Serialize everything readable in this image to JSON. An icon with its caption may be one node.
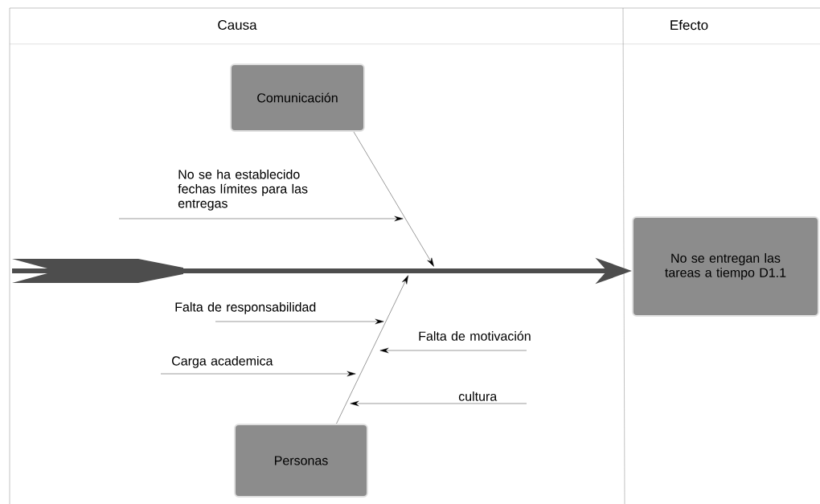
{
  "diagram": {
    "nodes": [
      {
        "text": [
          "Comunicación"
        ]
      },
      {
        "text": [
          "Personas"
        ]
      },
      {
        "text": [
          "No se entregan las tareas a tiempo D1.1"
        ]
      },
      {
        "text": [
          "No se ha establecido fechas límites para las entregas"
        ]
      },
      {
        "text": [
          "Falta de responsabilidad"
        ]
      },
      {
        "text": [
          "Falta de motivación"
        ]
      },
      {
        "text": [
          "Carga academica"
        ]
      },
      {
        "text": [
          "cultura"
        ]
      }
    ],
    "edges": [
      {
        "from": null,
        "to": 2,
        "arrow": "to",
        "style": "thick",
        "color": "#4d4d4d"
      },
      {
        "from": 0,
        "to": null,
        "arrow": "to"
      },
      {
        "from": 1,
        "to": null,
        "arrow": "to"
      },
      {
        "from": 3,
        "to": null,
        "arrow": "to"
      },
      {
        "from": 4,
        "to": null,
        "arrow": "to"
      },
      {
        "from": 5,
        "to": null,
        "arrow": "to"
      },
      {
        "from": 6,
        "to": null,
        "arrow": "to"
      },
      {
        "from": 7,
        "to": null,
        "arrow": "to"
      }
    ],
    "labels": [
      "Causa",
      "Efecto"
    ]
  }
}
